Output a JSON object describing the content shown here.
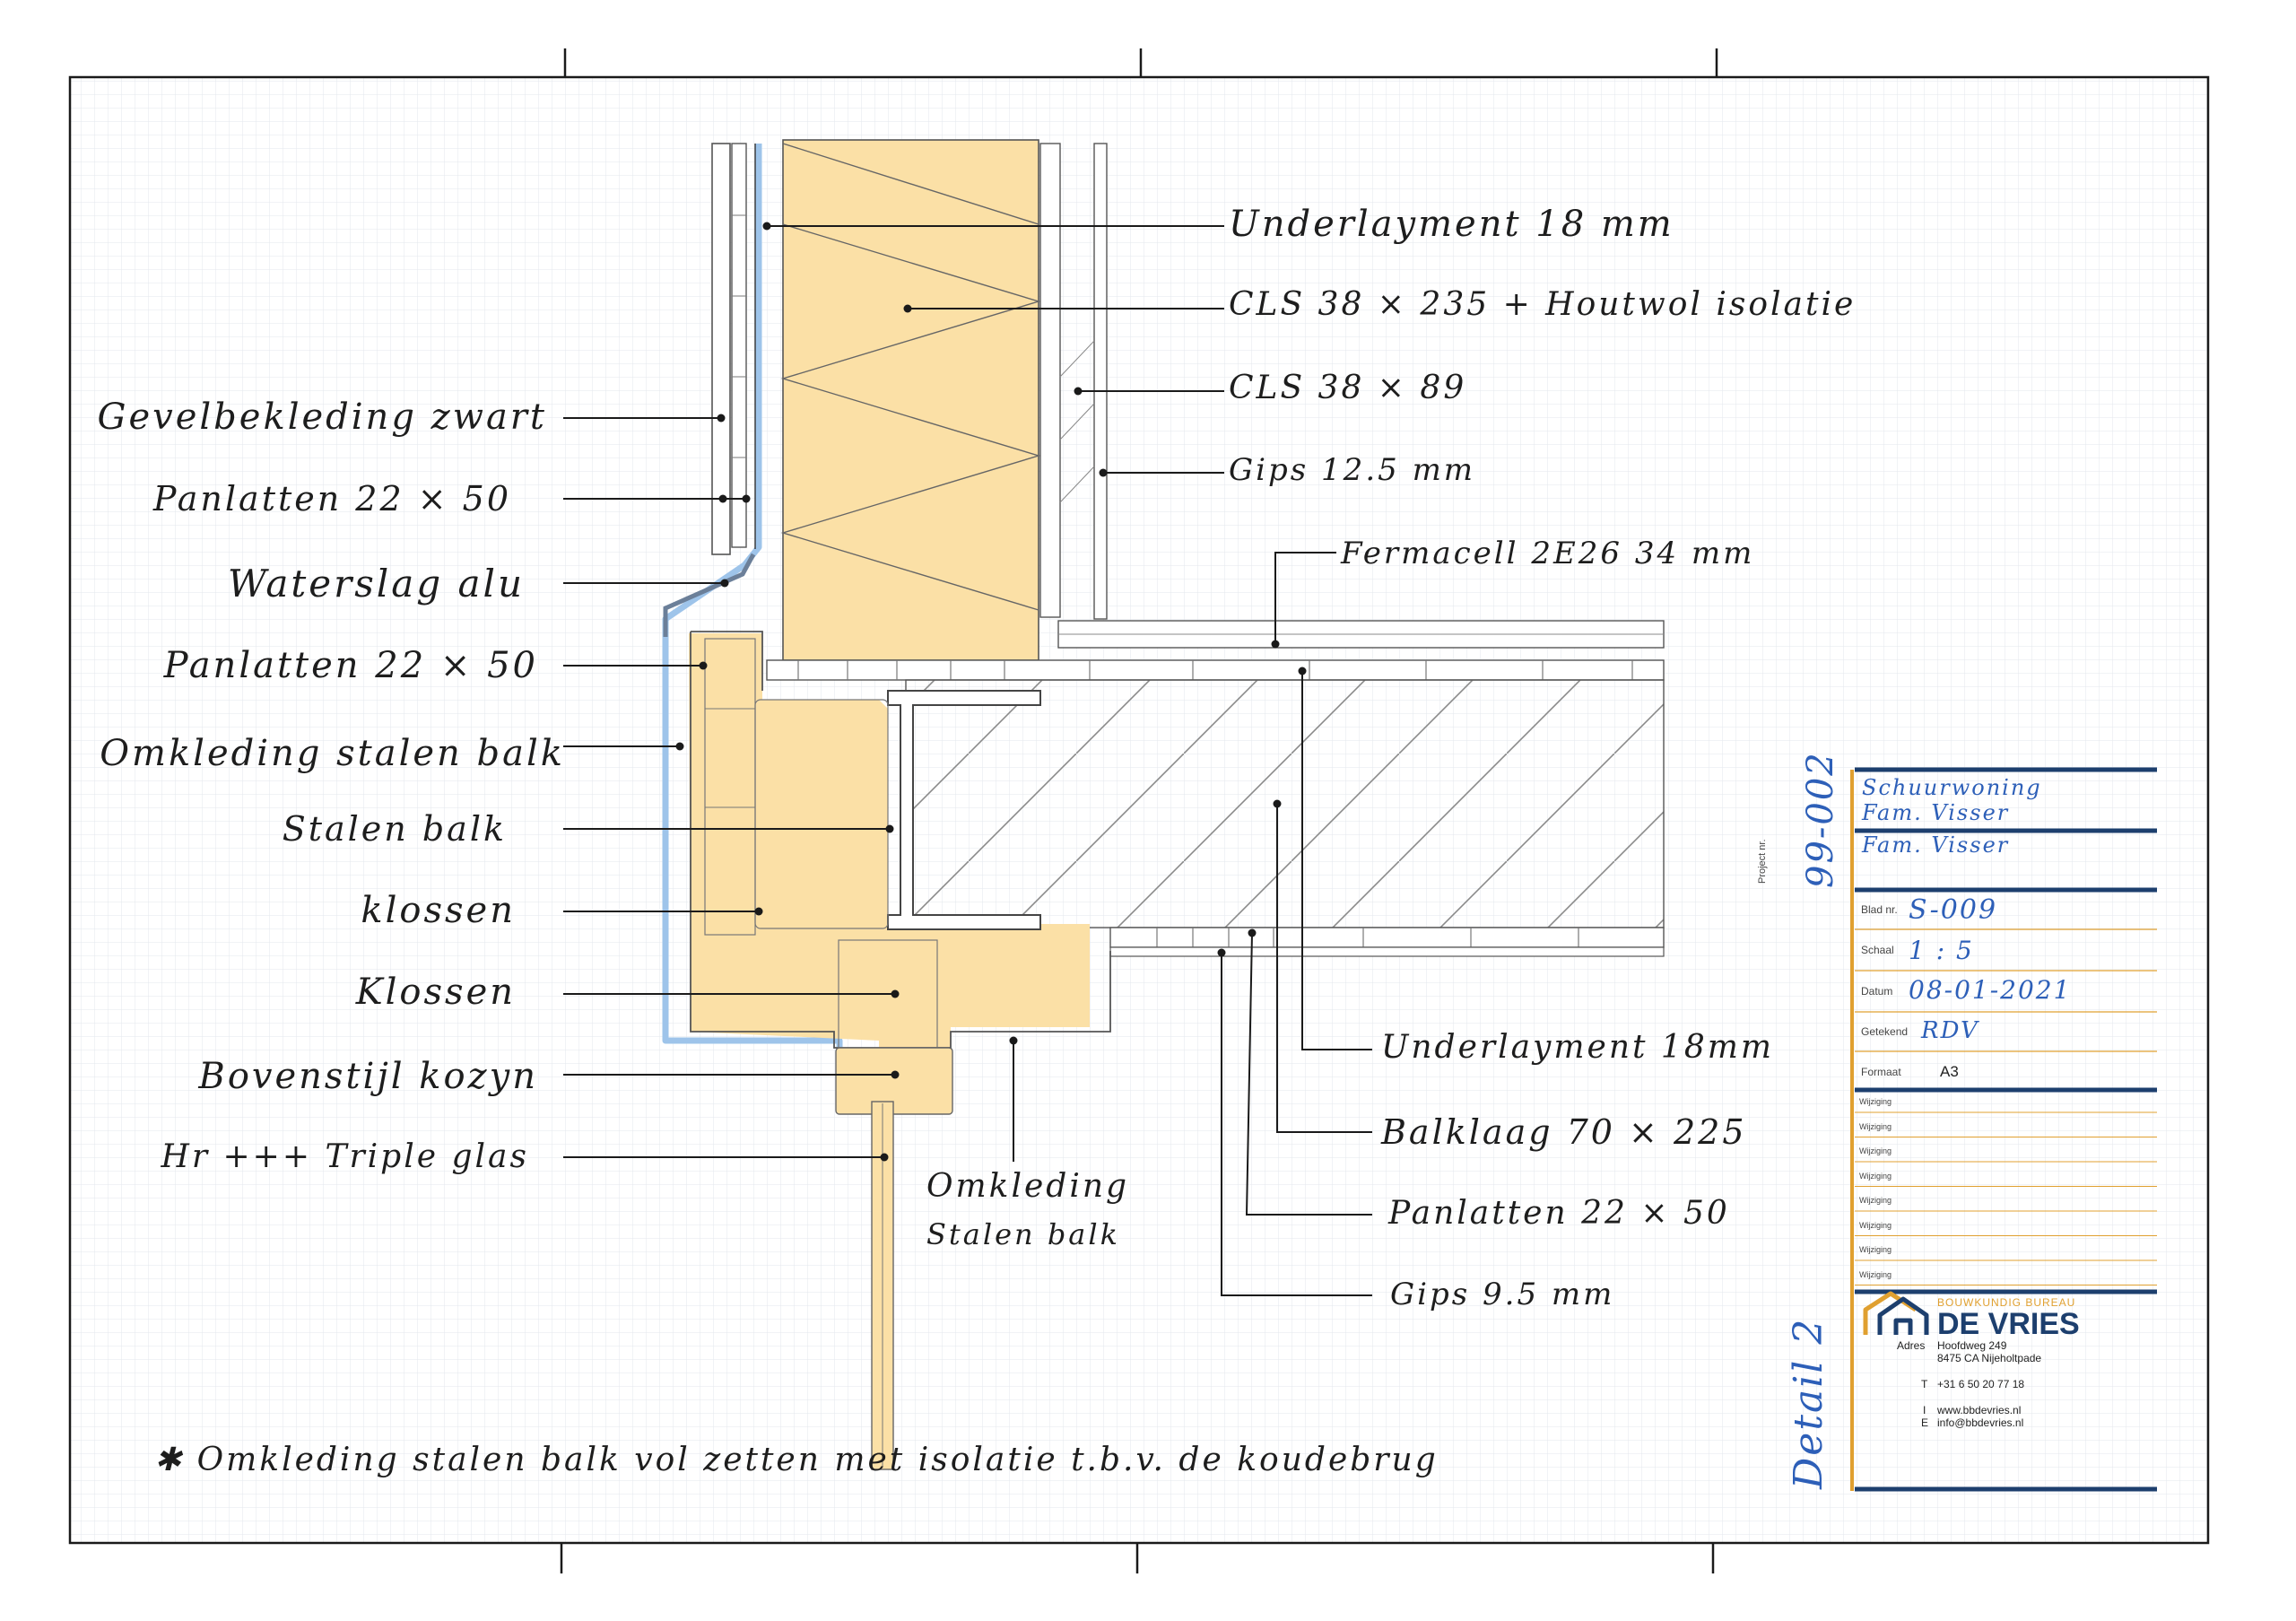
{
  "labels_left": [
    {
      "id": "gevelbekleding",
      "text": "Gevelbekleding zwart"
    },
    {
      "id": "panlatten-1",
      "text": "Panlatten  22 × 50"
    },
    {
      "id": "waterslag",
      "text": "Waterslag  alu"
    },
    {
      "id": "panlatten-2",
      "text": "Panlatten  22 × 50"
    },
    {
      "id": "omkleding",
      "text": "Omkleding  stalen balk"
    },
    {
      "id": "stalen-balk",
      "text": "Stalen  balk"
    },
    {
      "id": "klossen-1",
      "text": "klossen"
    },
    {
      "id": "klossen-2",
      "text": "Klossen"
    },
    {
      "id": "bovenstijl",
      "text": "Bovenstijl  kozyn"
    },
    {
      "id": "triple-glas",
      "text": "Hr +++  Triple  glas"
    }
  ],
  "labels_right": [
    {
      "id": "underlayment-top",
      "text": "Underlayment  18 mm"
    },
    {
      "id": "cls-235",
      "text": "CLS  38 × 235  + Houtwol  isolatie"
    },
    {
      "id": "cls-89",
      "text": "CLS  38 × 89"
    },
    {
      "id": "gips-125",
      "text": "Gips  12.5  mm"
    },
    {
      "id": "fermacell",
      "text": "Fermacell  2E26   34 mm"
    },
    {
      "id": "underlayment-bottom",
      "text": "Underlayment  18mm"
    },
    {
      "id": "balklaag",
      "text": "Balklaag  70 × 225"
    },
    {
      "id": "panlatten-3",
      "text": "Panlatten  22 × 50"
    },
    {
      "id": "gips-95",
      "text": "Gips  9.5  mm"
    }
  ],
  "label_omkleding_bottom": [
    "Omkleding",
    "Stalen balk"
  ],
  "note": "✱  Omkleding  stalen balk  vol zetten  met  isolatie  t.b.v.  de  koudebrug",
  "titleblock": {
    "project_label": "Project nr.",
    "project_value": "99-002",
    "project_name": [
      "Schuurwoning",
      "Fam. Visser"
    ],
    "client": "Fam. Visser",
    "rows": [
      {
        "key": "Blad nr.",
        "value": "S-009"
      },
      {
        "key": "Schaal",
        "value": "1 : 5"
      },
      {
        "key": "Datum",
        "value": "08-01-2021"
      },
      {
        "key": "Getekend",
        "value": "RDV"
      },
      {
        "key": "Formaat",
        "value": "A3"
      }
    ],
    "wijziging_label": "Wijziging",
    "wijziging_count": 8,
    "company_tag": "BOUWKUNDIG BUREAU",
    "company_name": "DE VRIES",
    "adres_label": "Adres",
    "adres_lines": [
      "Hoofdweg 249",
      "8475 CA Nijeholtpade"
    ],
    "tel_label": "T",
    "tel": "+31 6 50 20 77 18",
    "web_label": "I",
    "web": "www.bbdevries.nl",
    "email_label": "E",
    "email": "info@bbdevries.nl",
    "detail": "Detail 2"
  },
  "colors": {
    "insulation": "#fbe0a6",
    "water": "#9ec4ea",
    "titleblock_blue": "#1d3f6e",
    "titleblock_orange": "#e0a030",
    "hand_blue": "#2d5fb8",
    "grid": "#e3e7ec"
  }
}
